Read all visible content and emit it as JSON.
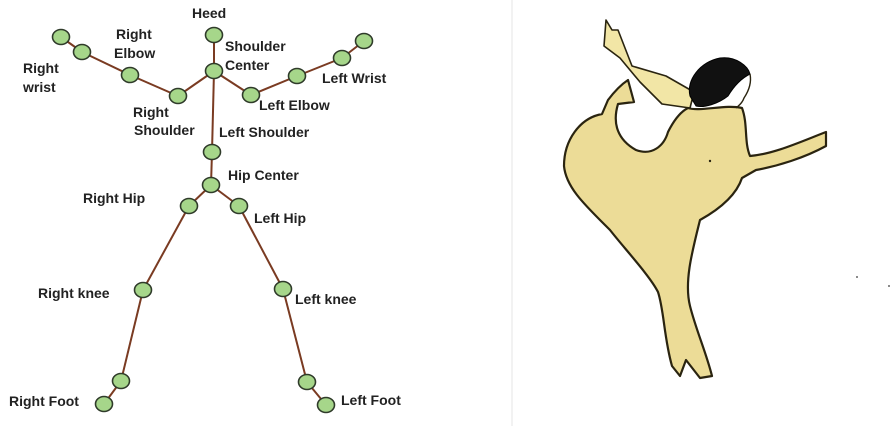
{
  "skeleton": {
    "labels": {
      "head": "Heed",
      "shoulder_center_1": "Shoulder",
      "shoulder_center_2": "Center",
      "right_elbow_1": "Right",
      "right_elbow_2": "Elbow",
      "right_wrist_1": "Right",
      "right_wrist_2": "wrist",
      "right_shoulder_1": "Right",
      "right_shoulder_2": "Shoulder",
      "left_wrist": "Left Wrist",
      "left_elbow": "Left Elbow",
      "left_shoulder": "Left Shoulder",
      "hip_center": "Hip Center",
      "right_hip": "Right Hip",
      "left_hip": "Left Hip",
      "right_knee": "Right knee",
      "left_knee": "Left knee",
      "right_foot": "Right Foot",
      "left_foot": "Left Foot"
    },
    "colors": {
      "joint_fill": "#a6d68a",
      "joint_stroke": "#2f3b2a",
      "bone": "#7a3b22"
    }
  },
  "silhouette": {
    "colors": {
      "body": "#ecdc97",
      "outline": "#2a2410",
      "hair": "#111111"
    }
  }
}
